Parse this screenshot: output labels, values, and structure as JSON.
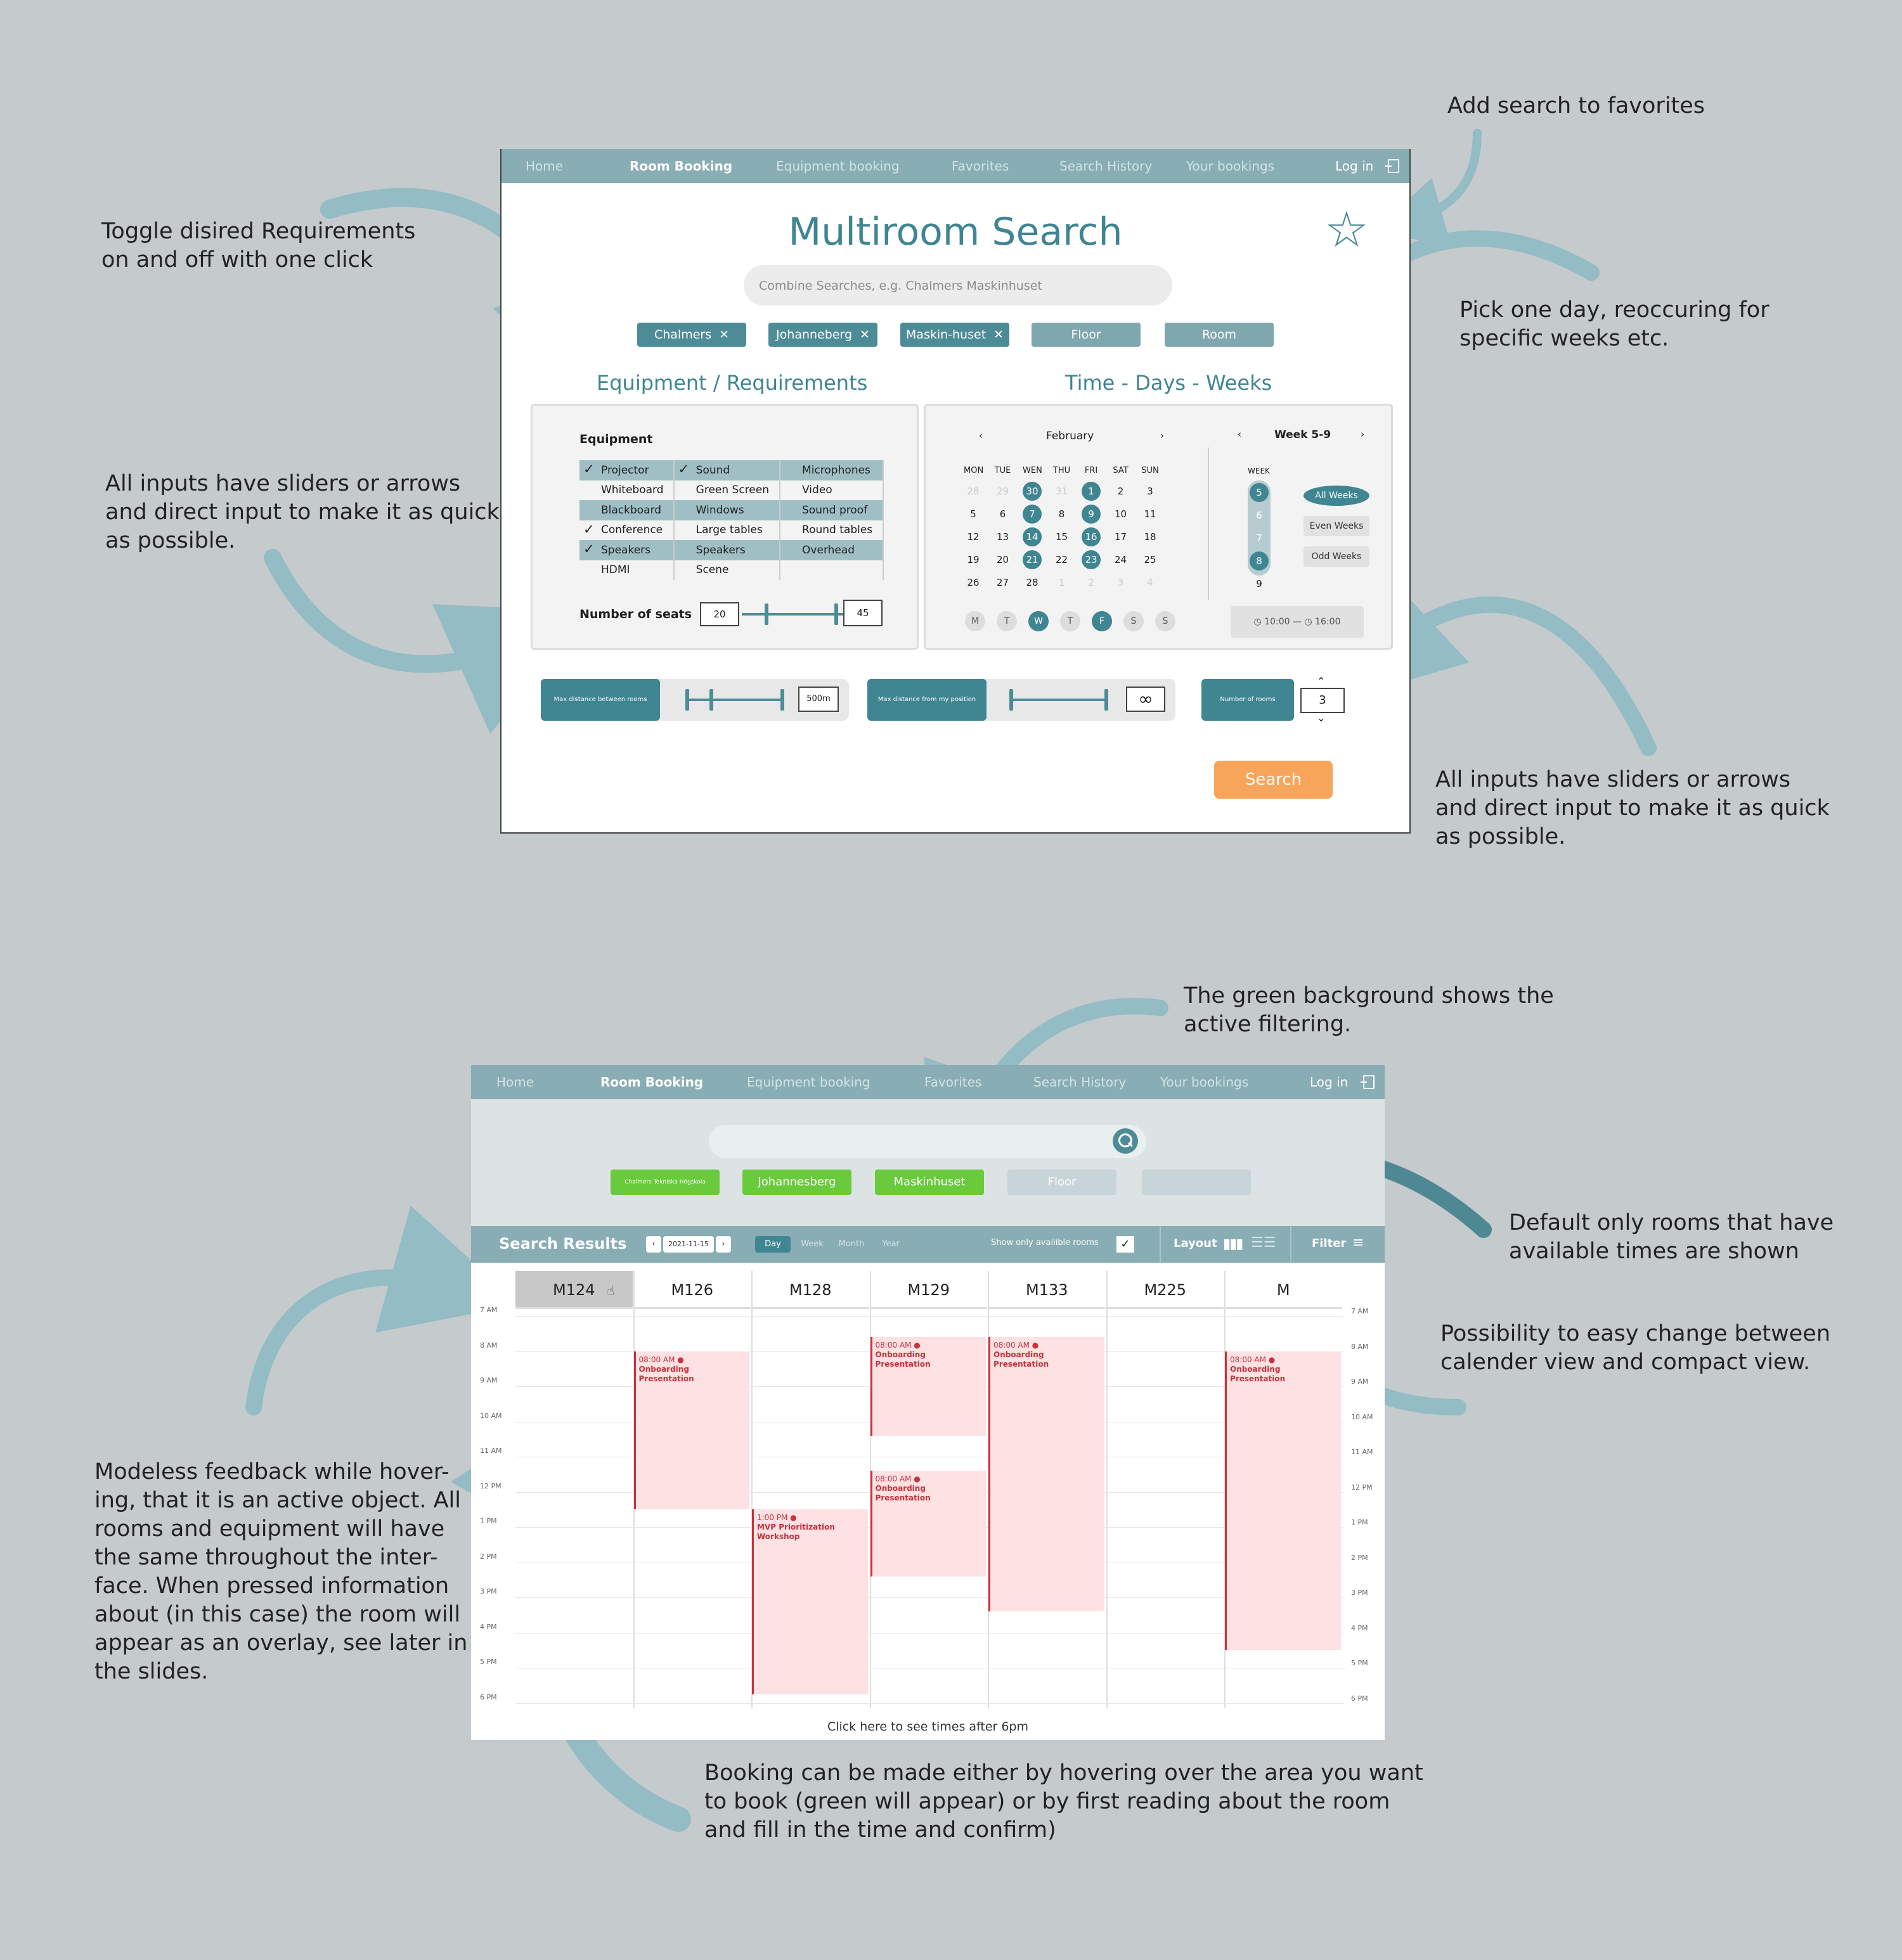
{
  "notes": {
    "favorites": "Add search to favorites",
    "toggle": "Toggle disired Requirements\non and off with one click",
    "pick_day": "Pick one day, reoccuring for\nspecific weeks etc.",
    "inputs_left": "All inputs have sliders or arrows\nand direct input to make it as quick\nas possible.",
    "inputs_right": "All inputs have sliders or arrows\nand direct input to make it as quick\nas possible.",
    "green_bg": "The green background shows the\nactive filtering.",
    "default_rooms": "Default only rooms that have\navailable times are shown",
    "view_switch": "Possibility to easy change between\ncalender view and compact view.",
    "modeless": "Modeless feedback while hover-\ning, that it is an active object. All\nrooms and equipment will have\nthe same throughout the inter-\nface.  When pressed information\nabout (in this case) the room will\nappear as an overlay, see later in\nthe slides.",
    "booking": "Booking can be made either by hovering over the area you want\nto book (green will appear) or by first reading about the room\nand fill in the time and confirm)"
  },
  "nav": {
    "home": "Home",
    "room_booking": "Room Booking",
    "equipment_booking": "Equipment booking",
    "favorites": "Favorites",
    "search_history": "Search History",
    "your_bookings": "Your bookings",
    "login": "Log in"
  },
  "search_page": {
    "title": "Multiroom Search",
    "search_placeholder": "Combine Searches, e.g.  Chalmers Maskinhuset",
    "chips": [
      "Chalmers",
      "Johanneberg",
      "Maskin-huset",
      "Floor",
      "Room"
    ],
    "equipment_heading": "Equipment / Requirements",
    "time_heading": "Time - Days - Weeks",
    "equipment_label": "Equipment",
    "equipment_rows": [
      [
        {
          "t": "Projector",
          "sel": true,
          "ck": true
        },
        {
          "t": "Sound",
          "sel": true,
          "ck": true
        },
        {
          "t": "Microphones",
          "sel": true,
          "ck": false
        }
      ],
      [
        {
          "t": "Whiteboard",
          "sel": false,
          "ck": false
        },
        {
          "t": "Green Screen",
          "sel": false,
          "ck": false
        },
        {
          "t": "Video",
          "sel": false,
          "ck": false
        }
      ],
      [
        {
          "t": "Blackboard",
          "sel": true,
          "ck": false
        },
        {
          "t": "Windows",
          "sel": true,
          "ck": false
        },
        {
          "t": "Sound proof",
          "sel": true,
          "ck": false
        }
      ],
      [
        {
          "t": "Conference",
          "sel": false,
          "ck": true
        },
        {
          "t": "Large tables",
          "sel": false,
          "ck": false
        },
        {
          "t": "Round tables",
          "sel": false,
          "ck": false
        }
      ],
      [
        {
          "t": "Speakers",
          "sel": true,
          "ck": true
        },
        {
          "t": "Speakers",
          "sel": true,
          "ck": false
        },
        {
          "t": "Overhead",
          "sel": true,
          "ck": false
        }
      ],
      [
        {
          "t": "HDMI",
          "sel": false,
          "ck": false
        },
        {
          "t": "Scene",
          "sel": false,
          "ck": false
        },
        {
          "t": "",
          "sel": false,
          "ck": false
        }
      ]
    ],
    "seats_label": "Number of seats",
    "seats_min": "20",
    "seats_max": "45",
    "month": "February",
    "week_range": "Week 5-9",
    "weekday_headers": [
      "MON",
      "TUE",
      "WEN",
      "THU",
      "FRI",
      "SAT",
      "SUN"
    ],
    "calendar_rows": [
      [
        {
          "d": "28",
          "s": "dim"
        },
        {
          "d": "29",
          "s": "dim"
        },
        {
          "d": "30",
          "s": "on"
        },
        {
          "d": "31",
          "s": "dim"
        },
        {
          "d": "1",
          "s": "on"
        },
        {
          "d": "2",
          "s": ""
        },
        {
          "d": "3",
          "s": ""
        }
      ],
      [
        {
          "d": "5",
          "s": ""
        },
        {
          "d": "6",
          "s": ""
        },
        {
          "d": "7",
          "s": "on"
        },
        {
          "d": "8",
          "s": ""
        },
        {
          "d": "9",
          "s": "on"
        },
        {
          "d": "10",
          "s": ""
        },
        {
          "d": "11",
          "s": ""
        }
      ],
      [
        {
          "d": "12",
          "s": ""
        },
        {
          "d": "13",
          "s": ""
        },
        {
          "d": "14",
          "s": "on"
        },
        {
          "d": "15",
          "s": ""
        },
        {
          "d": "16",
          "s": "on"
        },
        {
          "d": "17",
          "s": ""
        },
        {
          "d": "18",
          "s": ""
        }
      ],
      [
        {
          "d": "19",
          "s": ""
        },
        {
          "d": "20",
          "s": ""
        },
        {
          "d": "21",
          "s": "on"
        },
        {
          "d": "22",
          "s": ""
        },
        {
          "d": "23",
          "s": "on"
        },
        {
          "d": "24",
          "s": ""
        },
        {
          "d": "25",
          "s": ""
        }
      ],
      [
        {
          "d": "26",
          "s": ""
        },
        {
          "d": "27",
          "s": ""
        },
        {
          "d": "28",
          "s": ""
        },
        {
          "d": "1",
          "s": "dim"
        },
        {
          "d": "2",
          "s": "dim"
        },
        {
          "d": "3",
          "s": "dim"
        },
        {
          "d": "4",
          "s": "dim"
        }
      ]
    ],
    "week_label": "WEEK",
    "weeks": [
      {
        "w": "5",
        "on": true
      },
      {
        "w": "6",
        "on": false
      },
      {
        "w": "7",
        "on": false
      },
      {
        "w": "8",
        "on": true
      },
      {
        "w": "9",
        "on": false
      }
    ],
    "week_buttons": [
      {
        "t": "All Weeks",
        "on": true
      },
      {
        "t": "Even Weeks",
        "on": false
      },
      {
        "t": "Odd Weeks",
        "on": false
      }
    ],
    "day_circles": [
      {
        "t": "M",
        "on": false
      },
      {
        "t": "T",
        "on": false
      },
      {
        "t": "W",
        "on": true
      },
      {
        "t": "T",
        "on": false
      },
      {
        "t": "F",
        "on": true
      },
      {
        "t": "S",
        "on": false
      },
      {
        "t": "S",
        "on": false
      }
    ],
    "time_from": "10:00",
    "time_to": "16:00",
    "max_dist_rooms_label": "Max distance between rooms",
    "max_dist_rooms_value": "500m",
    "max_dist_pos_label": "Max distance from my position",
    "max_dist_pos_value": "∞",
    "num_rooms_label": "Number of rooms",
    "num_rooms_value": "3",
    "search_button": "Search"
  },
  "results_page": {
    "chips": [
      "Chalmers Tekniska Högskola",
      "Johannesberg",
      "Maskinhuset",
      "Floor",
      ""
    ],
    "title": "Search  Results",
    "date": "2021-11-15",
    "views": [
      {
        "t": "Day",
        "on": true
      },
      {
        "t": "Week",
        "on": false
      },
      {
        "t": "Month",
        "on": false
      },
      {
        "t": "Year",
        "on": false
      }
    ],
    "show_available": "Show only availible rooms",
    "layout_label": "Layout",
    "filter_label": "Filter",
    "rooms": [
      "M124",
      "M126",
      "M128",
      "M129",
      "M133",
      "M225",
      "M"
    ],
    "hours": [
      "7 AM",
      "8 AM",
      "9 AM",
      "10 AM",
      "11 AM",
      "12 PM",
      "1 PM",
      "2 PM",
      "3 PM",
      "4 PM",
      "5 PM",
      "6 PM"
    ],
    "events": [
      {
        "col": 1,
        "start": 8,
        "end": 12.5,
        "time": "08:00 AM",
        "title": "Onboarding Presentation"
      },
      {
        "col": 2,
        "start": 12.5,
        "end": 17.75,
        "time": "1:00 PM",
        "title": "MVP Prioritization Workshop"
      },
      {
        "col": 3,
        "start": 7.6,
        "end": 10.4,
        "time": "08:00 AM",
        "title": "Onboarding Presentation"
      },
      {
        "col": 3,
        "start": 11.4,
        "end": 14.4,
        "time": "08:00 AM",
        "title": "Onboarding Presentation"
      },
      {
        "col": 4,
        "start": 7.6,
        "end": 15.4,
        "time": "08:00 AM",
        "title": "Onboarding Presentation"
      },
      {
        "col": 6,
        "start": 8,
        "end": 16.5,
        "time": "08:00 AM",
        "title": "Onboarding Presentation"
      }
    ],
    "footer": "Click here to see times after 6pm"
  }
}
